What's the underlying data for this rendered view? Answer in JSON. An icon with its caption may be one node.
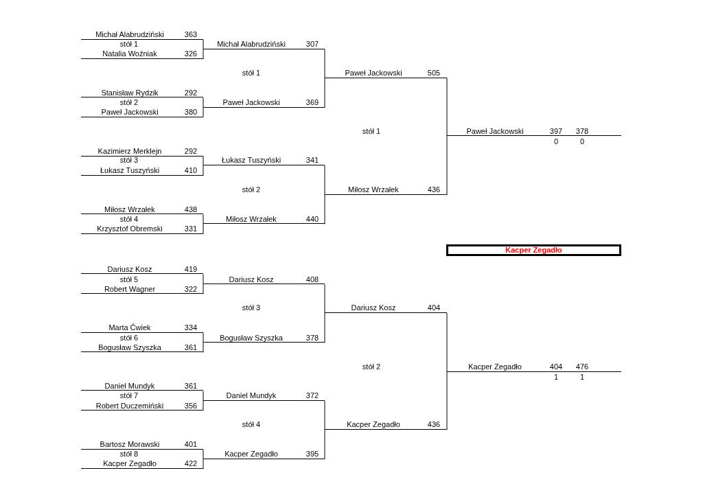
{
  "diagram": {
    "nodes": [
      {
        "text": [
          "Michał Alabrudziński",
          "363"
        ]
      },
      {
        "text": [
          "Michał Alabrudziński",
          "307"
        ]
      },
      {
        "text": [
          "Natalia Woźniak",
          "326"
        ]
      },
      {
        "text": [
          "Paweł Jackowski",
          "505"
        ]
      },
      {
        "text": [
          "Stanisław Rydzik",
          "292"
        ]
      },
      {
        "text": [
          "Paweł Jackowski",
          "369"
        ]
      },
      {
        "text": [
          "Paweł Jackowski",
          "380"
        ]
      },
      {
        "text": [
          "Paweł Jackowski",
          "397",
          "378"
        ],
        "beside": [
          "0",
          "0"
        ]
      },
      {
        "text": [
          "Kazimierz Merklejn",
          "292"
        ]
      },
      {
        "text": [
          "Łukasz Tuszyński",
          "341"
        ]
      },
      {
        "text": [
          "Łukasz Tuszyński",
          "410"
        ]
      },
      {
        "text": [
          "Miłosz Wrzałek",
          "436"
        ]
      },
      {
        "text": [
          "Miłosz Wrzałek",
          "438"
        ]
      },
      {
        "text": [
          "Miłosz Wrzałek",
          "440"
        ]
      },
      {
        "text": [
          "Krzysztof Obremski",
          "331"
        ]
      },
      {
        "text": [
          "Kacper Zegadło"
        ]
      },
      {
        "text": [
          "Dariusz Kosz",
          "419"
        ]
      },
      {
        "text": [
          "Dariusz Kosz",
          "408"
        ]
      },
      {
        "text": [
          "Robert Wagner",
          "322"
        ]
      },
      {
        "text": [
          "Dariusz Kosz",
          "404"
        ]
      },
      {
        "text": [
          "Marta Ćwiek",
          "334"
        ]
      },
      {
        "text": [
          "Bogusław Szyszka",
          "378"
        ]
      },
      {
        "text": [
          "Bogusław Szyszka",
          "361"
        ]
      },
      {
        "text": [
          "Kacper Zegadło",
          "404",
          "476"
        ],
        "beside": [
          "1",
          "1"
        ]
      },
      {
        "text": [
          "Daniel Mundyk",
          "361"
        ]
      },
      {
        "text": [
          "Daniel Mundyk",
          "372"
        ]
      },
      {
        "text": [
          "Robert Duczemiński",
          "356"
        ]
      },
      {
        "text": [
          "Kacper Zegadło",
          "436"
        ]
      },
      {
        "text": [
          "Bartosz Morawski",
          "401"
        ]
      },
      {
        "text": [
          "Kacper Zegadło",
          "395"
        ]
      },
      {
        "text": [
          "Kacper Zegadło",
          "422"
        ]
      }
    ],
    "edges": [
      {
        "from": 0,
        "to": 1,
        "arrow": "none"
      },
      {
        "from": 2,
        "to": 1,
        "arrow": "none"
      },
      {
        "from": 4,
        "to": 5,
        "arrow": "none"
      },
      {
        "from": 6,
        "to": 5,
        "arrow": "none"
      },
      {
        "from": 8,
        "to": 9,
        "arrow": "none"
      },
      {
        "from": 10,
        "to": 9,
        "arrow": "none"
      },
      {
        "from": 12,
        "to": 13,
        "arrow": "none"
      },
      {
        "from": 14,
        "to": 13,
        "arrow": "none"
      },
      {
        "from": 16,
        "to": 17,
        "arrow": "none"
      },
      {
        "from": 18,
        "to": 17,
        "arrow": "none"
      },
      {
        "from": 20,
        "to": 21,
        "arrow": "none"
      },
      {
        "from": 22,
        "to": 21,
        "arrow": "none"
      },
      {
        "from": 24,
        "to": 25,
        "arrow": "none"
      },
      {
        "from": 26,
        "to": 25,
        "arrow": "none"
      },
      {
        "from": 28,
        "to": 29,
        "arrow": "none"
      },
      {
        "from": 30,
        "to": 29,
        "arrow": "none"
      },
      {
        "from": 1,
        "to": 3,
        "arrow": "none"
      },
      {
        "from": 5,
        "to": 3,
        "arrow": "none"
      },
      {
        "from": 9,
        "to": 11,
        "arrow": "none"
      },
      {
        "from": 13,
        "to": 11,
        "arrow": "none"
      },
      {
        "from": 17,
        "to": 19,
        "arrow": "none"
      },
      {
        "from": 21,
        "to": 19,
        "arrow": "none"
      },
      {
        "from": 25,
        "to": 27,
        "arrow": "none"
      },
      {
        "from": 29,
        "to": 27,
        "arrow": "none"
      },
      {
        "from": 3,
        "to": 7,
        "arrow": "none"
      },
      {
        "from": 11,
        "to": 7,
        "arrow": "none"
      },
      {
        "from": 19,
        "to": 23,
        "arrow": "none"
      },
      {
        "from": 27,
        "to": 23,
        "arrow": "none"
      }
    ],
    "labels": [
      "stół 1",
      "stół 1",
      "stół 2",
      "stół 1",
      "stół 3",
      "stół 2",
      "stół 4",
      "stół 5",
      "stół 3",
      "stół 6",
      "stół 2",
      "stół 7",
      "stół 4",
      "stół 8"
    ]
  }
}
